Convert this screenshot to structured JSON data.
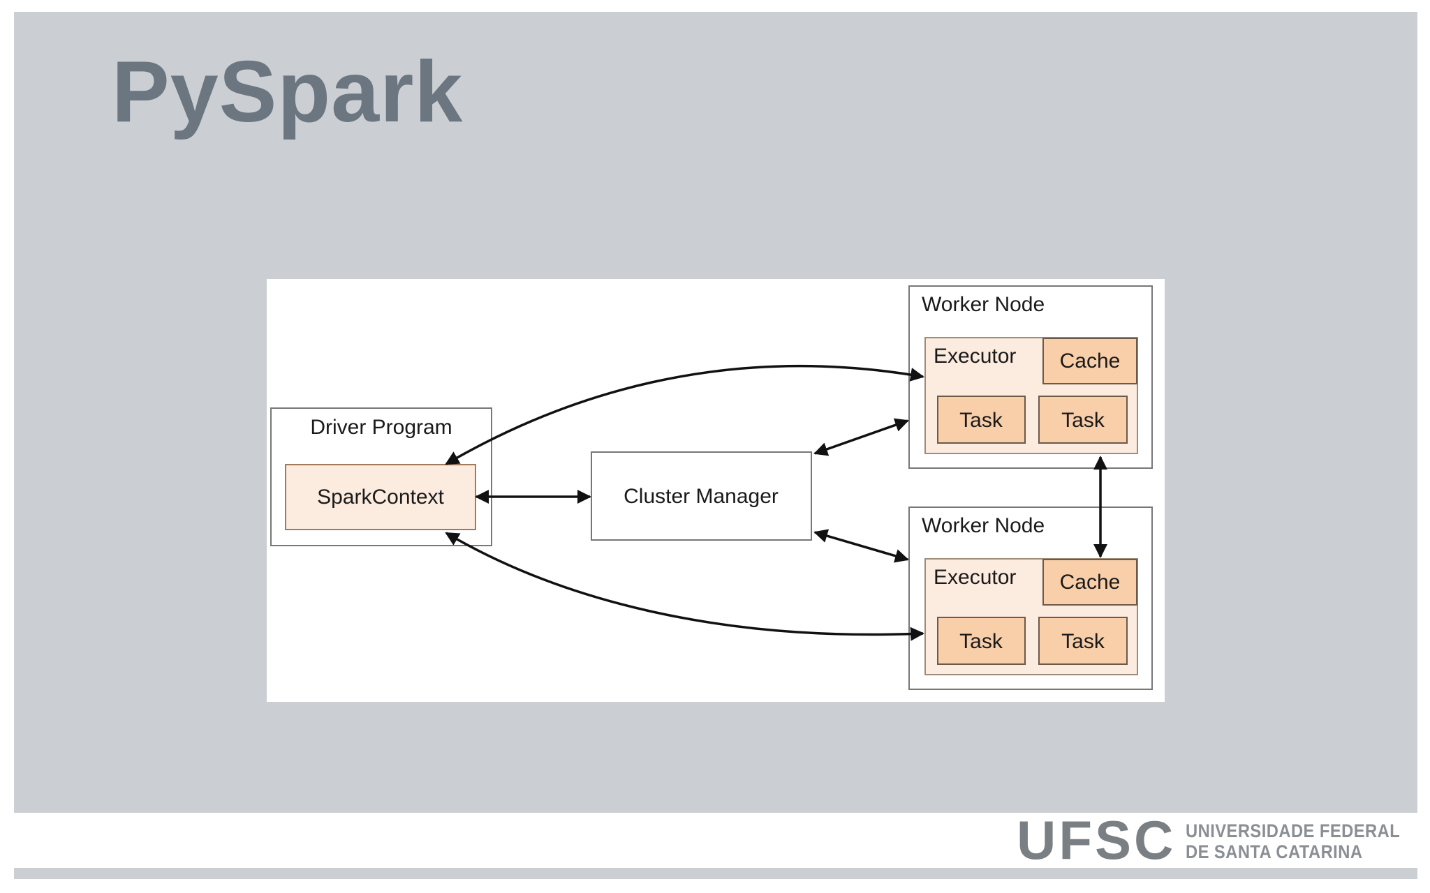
{
  "slide": {
    "title": "PySpark"
  },
  "diagram": {
    "driver": {
      "title": "Driver Program",
      "context": "SparkContext"
    },
    "cluster_manager": "Cluster Manager",
    "workers": [
      {
        "title": "Worker Node",
        "executor": "Executor",
        "cache": "Cache",
        "tasks": [
          "Task",
          "Task"
        ]
      },
      {
        "title": "Worker Node",
        "executor": "Executor",
        "cache": "Cache",
        "tasks": [
          "Task",
          "Task"
        ]
      }
    ]
  },
  "footer": {
    "logo_mark": "UFSC",
    "logo_line1": "UNIVERSIDADE FEDERAL",
    "logo_line2": "DE SANTA CATARINA"
  },
  "colors": {
    "slide_bg": "#cbcfd3",
    "title": "#6b7680",
    "executor_fill": "#fcebdf",
    "task_fill": "#f9cfaa",
    "box_stroke": "#888888"
  }
}
